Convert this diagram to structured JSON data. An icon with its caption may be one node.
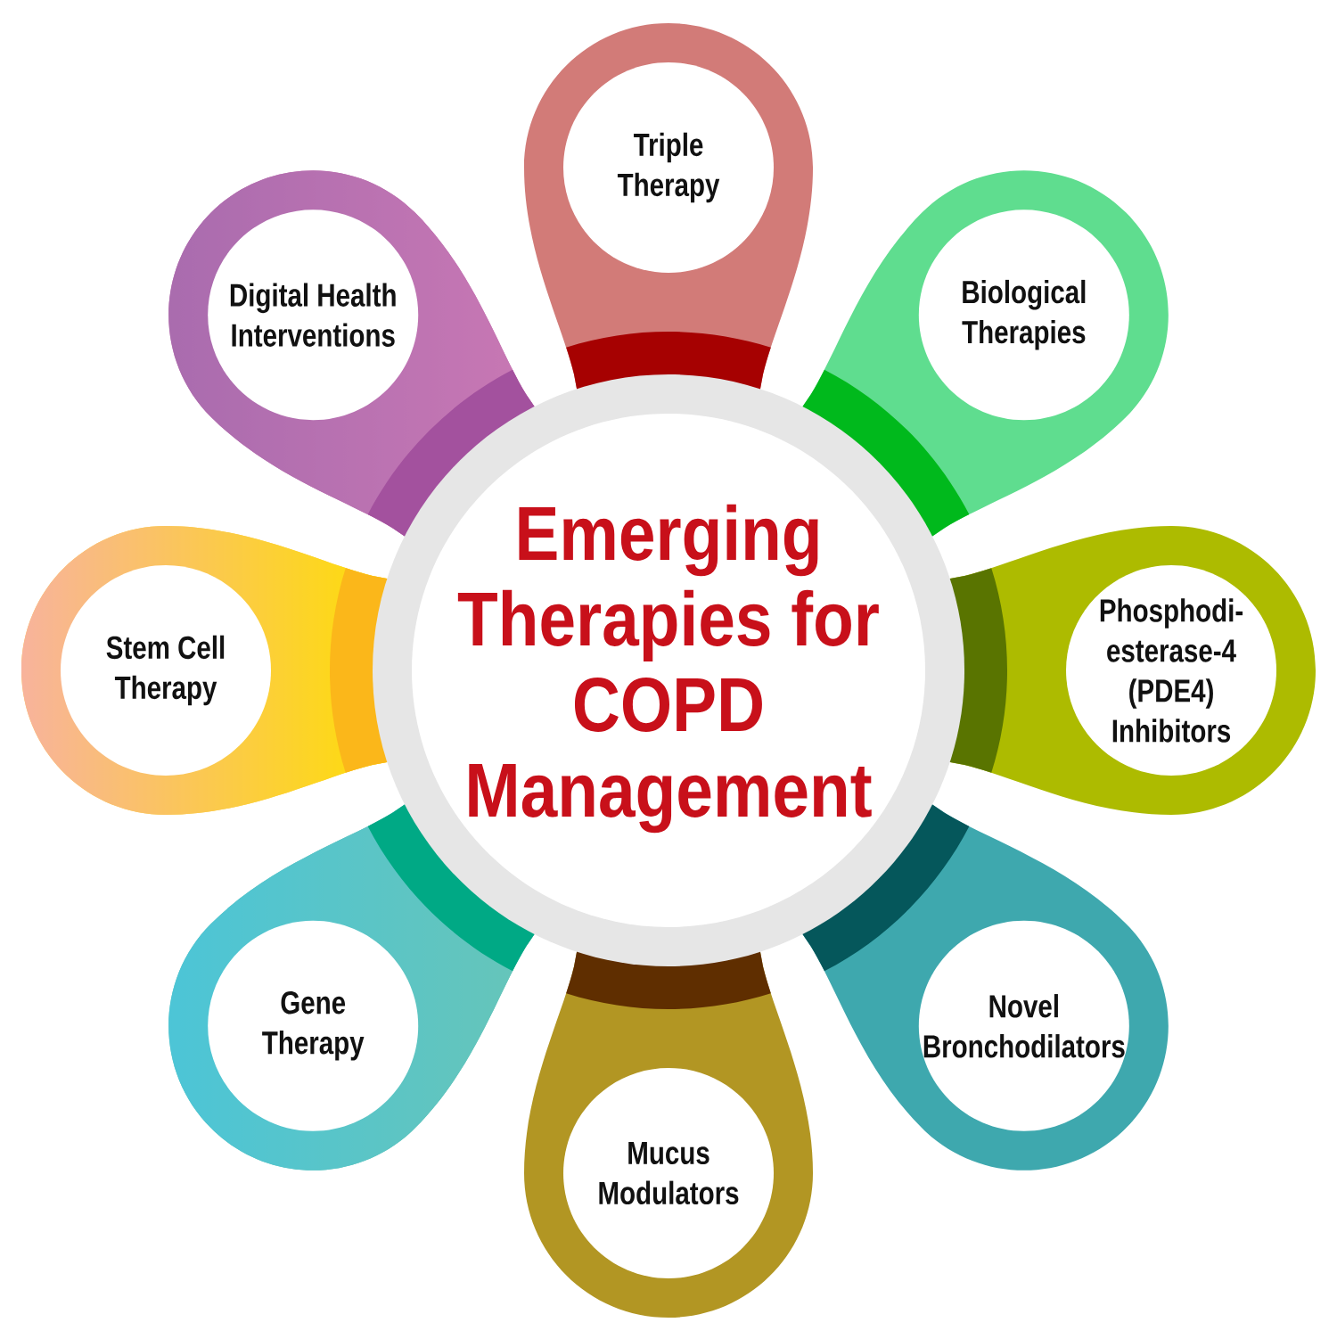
{
  "diagram": {
    "nodes": [
      {
        "text": [
          "Emerging Therapies for COPD Management"
        ]
      },
      {
        "text": [
          "Triple Therapy"
        ]
      },
      {
        "text": [
          "Biological Therapies"
        ]
      },
      {
        "text": [
          "Phosphodi- esterase-4 (PDE4) Inhibitors"
        ]
      },
      {
        "text": [
          "Novel Bronchodilators"
        ]
      },
      {
        "text": [
          "Mucus Modulators"
        ]
      },
      {
        "text": [
          "Gene Therapy"
        ]
      },
      {
        "text": [
          "Stem Cell Therapy"
        ]
      },
      {
        "text": [
          "Digital Health Interventions"
        ]
      }
    ]
  }
}
